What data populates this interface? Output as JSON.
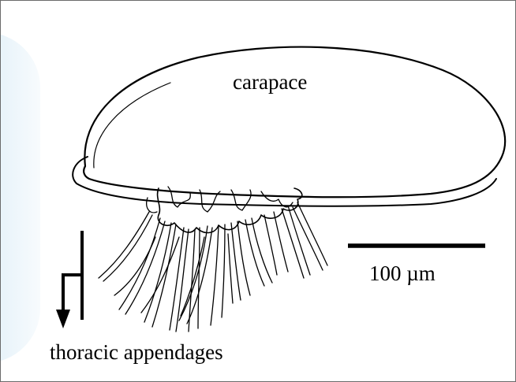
{
  "labels": {
    "carapace": "carapace",
    "scale_bar": "100 µm",
    "thoracic_appendages": "thoracic appendages"
  },
  "colors": {
    "ink": "#000000",
    "background": "#ffffff",
    "watermark": "#d6eaf6"
  },
  "icons": {
    "section_arrow": "down-arrow-icon"
  }
}
